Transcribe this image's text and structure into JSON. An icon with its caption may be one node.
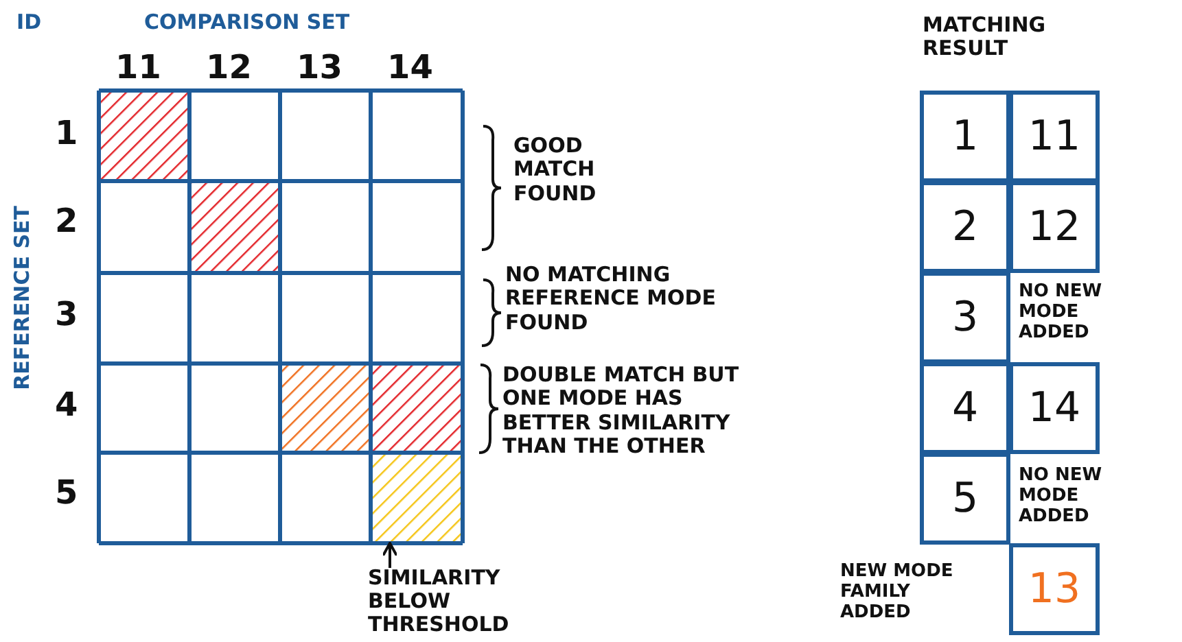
{
  "diagram": {
    "nodes": [
      {
        "text": [],
        "shape": "box"
      },
      {
        "text": [
          "SIMILARITY BELOW THRESHOLD"
        ]
      },
      {
        "text": [
          "1"
        ]
      },
      {
        "text": [
          "11"
        ]
      },
      {
        "text": [
          "2"
        ]
      },
      {
        "text": [
          "12"
        ]
      },
      {
        "text": [
          "3"
        ]
      },
      {
        "text": [
          "4"
        ]
      },
      {
        "text": [
          "14"
        ]
      },
      {
        "text": [
          "5"
        ]
      },
      {
        "text": [
          "13"
        ]
      }
    ],
    "edges": [
      {
        "from": 1,
        "to": 0,
        "arrow": "to"
      }
    ],
    "labels": [
      "ID",
      "COMPARISON SET",
      "11",
      "12",
      "13",
      "14",
      "MATCHING RESULT",
      "REFERENCE SET",
      "1",
      "2",
      "3",
      "4",
      "5",
      "GOOD MATCH FOUND",
      "NO MATCHING REFERENCE MODE FOUND",
      "DOUBLE MATCH BUT ONE MODE HAS BETTER SIMILARITY THAN THE OTHER",
      "NO NEW MODE ADDED",
      "NO NEW MODE ADDED",
      "NEW MODE FAMILY ADDED"
    ]
  }
}
